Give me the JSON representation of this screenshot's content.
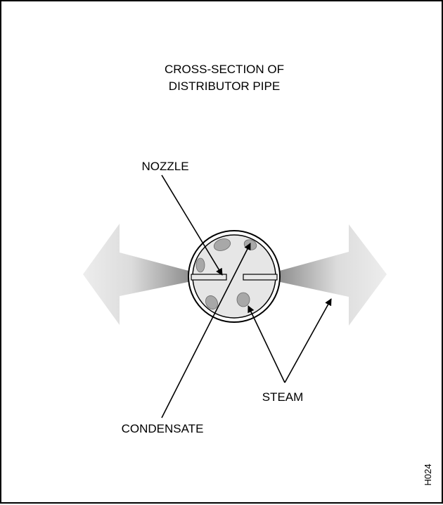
{
  "title": {
    "line1": "CROSS-SECTION OF",
    "line2": "DISTRIBUTOR PIPE"
  },
  "labels": {
    "nozzle": "NOZZLE",
    "steam": "STEAM",
    "condensate": "CONDENSATE"
  },
  "figure_code": "H024",
  "colors": {
    "border": "#000000",
    "pipe_fill": "#e6e6e6",
    "droplet_fill": "#a8a8a8",
    "arrow_light": "#ededed",
    "arrow_dark": "#8c8c8c"
  }
}
